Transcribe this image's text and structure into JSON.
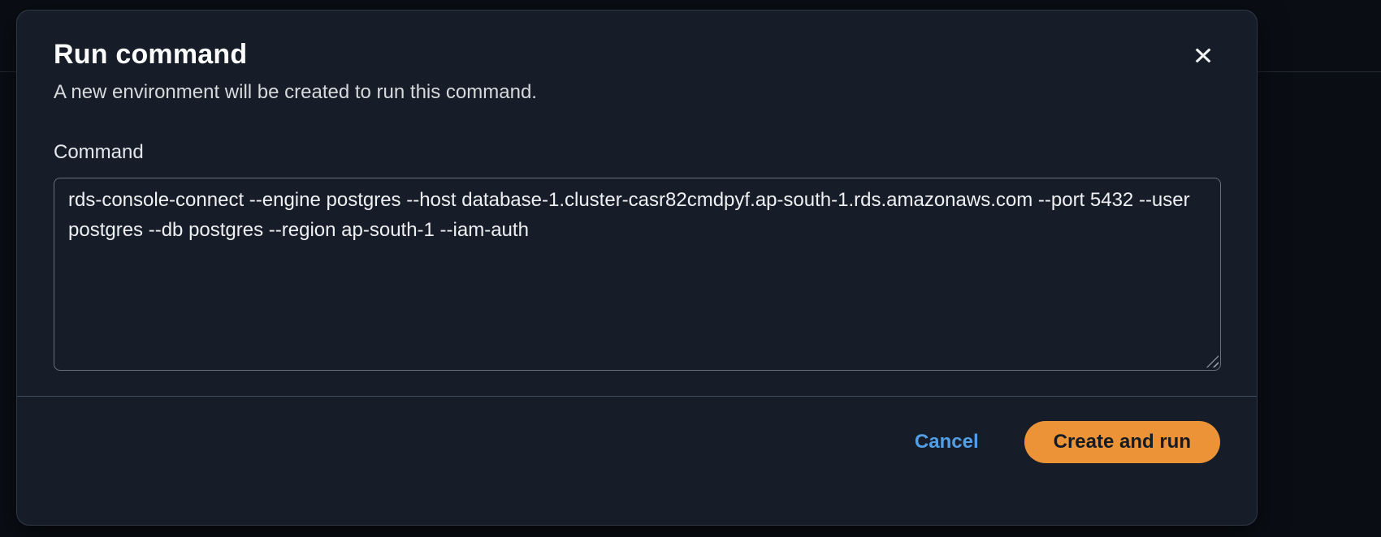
{
  "modal": {
    "title": "Run command",
    "subtitle": "A new environment will be created to run this command.",
    "command": {
      "label": "Command",
      "value": "rds-console-connect --engine postgres --host database-1.cluster-casr82cmdpyf.ap-south-1.rds.amazonaws.com --port 5432 --user postgres --db postgres --region ap-south-1 --iam-auth"
    },
    "footer": {
      "cancel_label": "Cancel",
      "primary_label": "Create and run"
    }
  },
  "icons": {
    "close": "✕"
  },
  "colors": {
    "page_background": "#0a0e14",
    "modal_background": "#161d28",
    "textarea_border": "#67707c",
    "divider": "#414d5c",
    "link_blue": "#539fe5",
    "primary_button_orange": "#ec9338",
    "primary_button_text": "#141b25",
    "title_text": "#fbfcfc",
    "subtitle_text": "#d5dbdb"
  }
}
